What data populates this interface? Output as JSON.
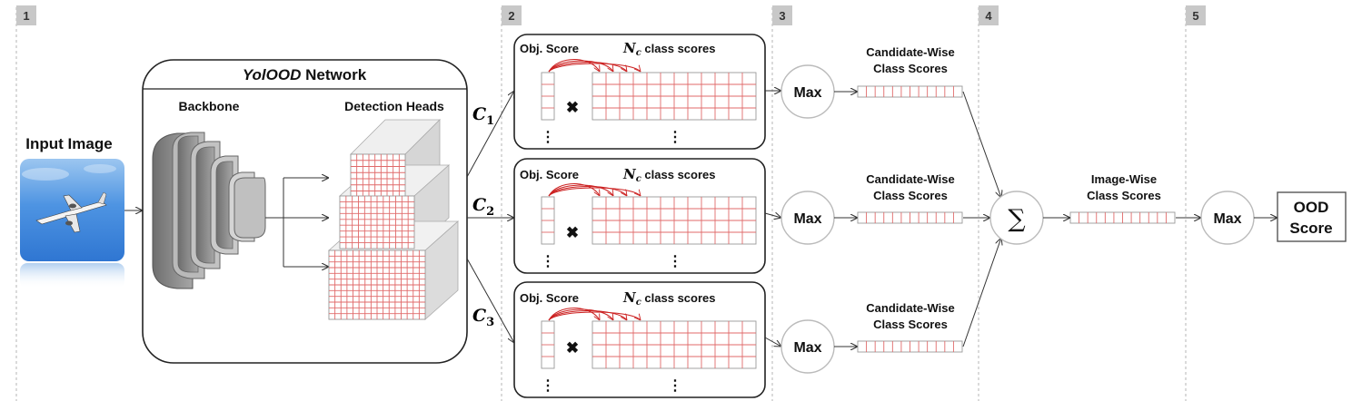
{
  "stages": [
    "1",
    "2",
    "3",
    "4",
    "5"
  ],
  "input": {
    "label": "Input Image"
  },
  "network": {
    "title_italic": "YolOOD",
    "title_rest": " Network",
    "backbone_label": "Backbone",
    "heads_label": "Detection Heads"
  },
  "candidates": [
    {
      "sym": "C",
      "sub": "1"
    },
    {
      "sym": "C",
      "sub": "2"
    },
    {
      "sym": "C",
      "sub": "3"
    }
  ],
  "score_panel": {
    "obj_label": "Obj. Score",
    "nc_sym": "N",
    "nc_sub": "c",
    "class_label": " class scores",
    "times": "✖",
    "dots": "⋮"
  },
  "max_label": "Max",
  "candidate_wise": {
    "line1": "Candidate-Wise",
    "line2": "Class Scores"
  },
  "sum_symbol": "∑",
  "image_wise": {
    "line1": "Image-Wise",
    "line2": "Class Scores"
  },
  "ood_score": {
    "line1": "OOD",
    "line2": "Score"
  },
  "colors": {
    "grid": "#e06a6a",
    "stage_box": "#c8c8c8",
    "sky": "#3e86dc",
    "backbone": "#8c8c8c"
  }
}
